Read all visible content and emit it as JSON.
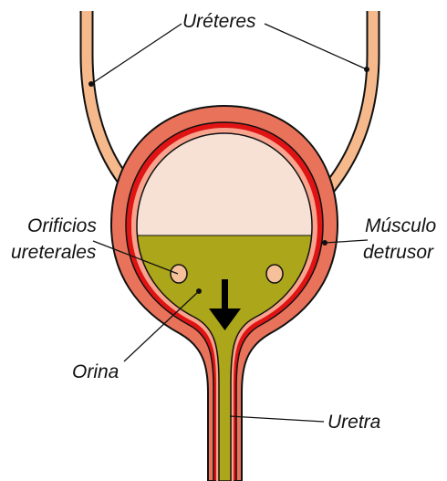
{
  "labels": {
    "ureters": "Uréteres",
    "ureteral_orifices_line1": "Orificios",
    "ureteral_orifices_line2": "ureterales",
    "detrusor_line1": "Músculo",
    "detrusor_line2": "detrusor",
    "urine": "Orina",
    "urethra": "Uretra"
  },
  "colors": {
    "ureter_fill": "#f5b98c",
    "outer_wall": "#e8735a",
    "detrusor_muscle": "#e01414",
    "inner_lining": "#f7a38d",
    "empty_space": "#f7e1d5",
    "urine": "#aca61a",
    "orifice": "#f5c09a",
    "outline": "#111111"
  },
  "icons": {
    "flow_arrow": "down-arrow-icon"
  }
}
